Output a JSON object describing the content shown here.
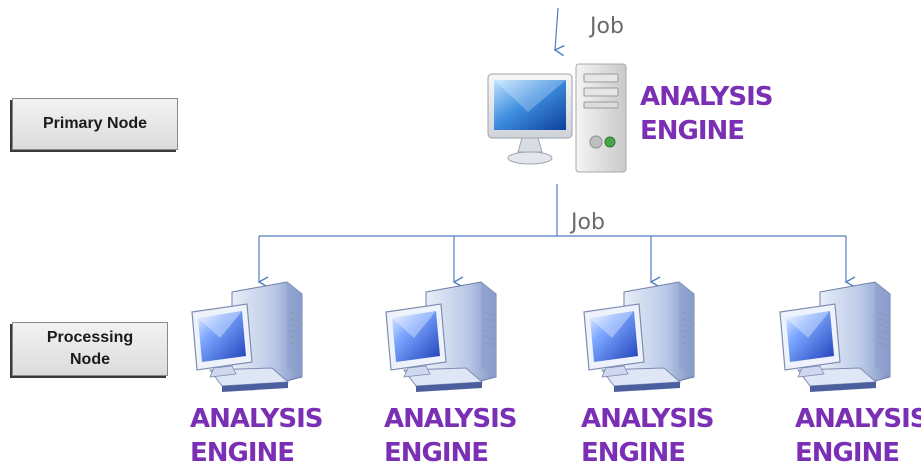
{
  "labels": {
    "primary_node": "Primary Node",
    "processing_node_line1": "Processing",
    "processing_node_line2": "Node"
  },
  "job_top": "Job",
  "job_middle": "Job",
  "primary_engine": {
    "line1": "ANALYSIS",
    "line2": "ENGINE"
  },
  "processing_engines": [
    {
      "line1": "ANALYSIS",
      "line2": "ENGINE"
    },
    {
      "line1": "ANALYSIS",
      "line2": "ENGINE"
    },
    {
      "line1": "ANALYSIS",
      "line2": "ENGINE"
    },
    {
      "line1": "ANALYSIS",
      "line2": "ENGINE"
    }
  ],
  "colors": {
    "engine_text": "#7a2fb5",
    "arrow": "#4f7fbf",
    "job_text": "#6b6b6b"
  },
  "icons": {
    "primary_computer": "desktop-computer-icon",
    "processing_computer": "desktop-computer-icon"
  }
}
